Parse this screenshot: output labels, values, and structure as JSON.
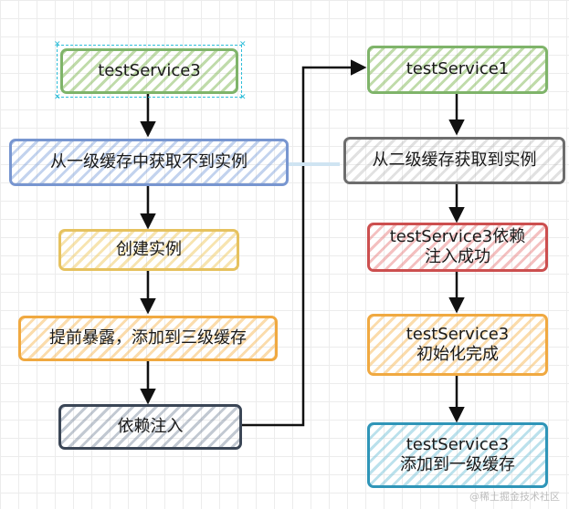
{
  "nodes": {
    "n1": "testService3",
    "n2": "从一级缓存中获取不到实例",
    "n3": "创建实例",
    "n4": "提前暴露，添加到三级缓存",
    "n5": "依赖注入",
    "r1": "testService1",
    "r2": "从二级缓存获取到实例",
    "r3": "testService3依赖\n注入成功",
    "r4": "testService3\n初始化完成",
    "r5": "testService3\n添加到一级缓存"
  },
  "colors": {
    "arrow": "#111111",
    "green": "#7fb46a",
    "blue": "#7896d0",
    "yellow": "#e6c25f",
    "orange": "#f0a941",
    "slate": "#3b4656",
    "gray": "#6d6d6d",
    "red": "#cc4f4f",
    "teal": "#2f95b8",
    "selection": "#2ebdd8"
  },
  "watermark": "@稀土掘金技术社区"
}
